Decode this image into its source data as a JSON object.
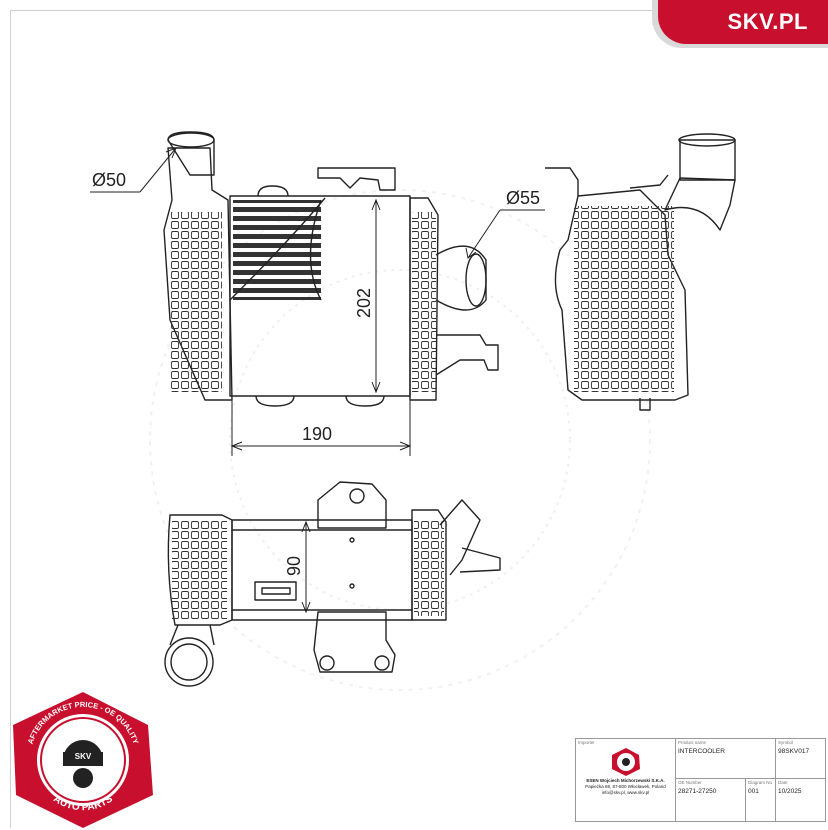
{
  "brand": {
    "name": "SKV.PL",
    "accent": "#c8102e"
  },
  "dimensions": {
    "inlet_diameter": "Ø50",
    "outlet_diameter": "Ø55",
    "height": "202",
    "width": "190",
    "depth": "90"
  },
  "seal": {
    "ring_text": "AFTERMARKET PRICE - OE QUALITY",
    "center_text": "SKV",
    "bottom_text": "AUTO PARTS"
  },
  "title_block": {
    "importer_label": "Importer",
    "importer_lines": [
      "ESEN Wojciech Michorzewski S.K.A.",
      "Papieżka 69, 87-800 Włocławek, Poland",
      "info@skv.pl, www.skv.pl"
    ],
    "product_name_label": "Product name",
    "product_name": "INTERCOOLER",
    "symbol_label": "Symbol",
    "symbol": "98SKV017",
    "oe_label": "OE Number",
    "oe_number": "28271-27250",
    "diagram_label": "Diagram No",
    "diagram_no": "001",
    "date_label": "Date",
    "date": "10/2025"
  }
}
